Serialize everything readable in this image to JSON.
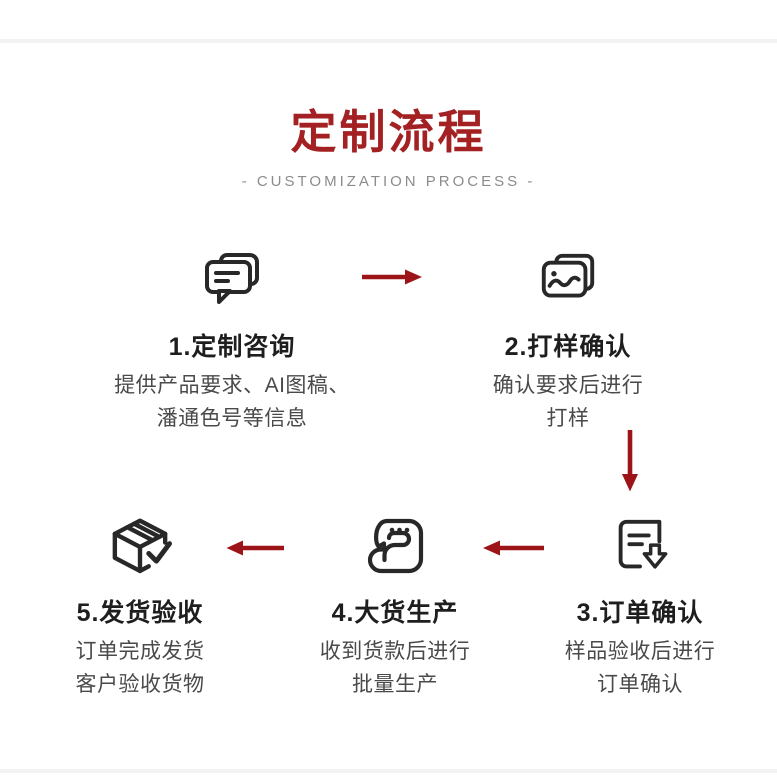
{
  "header": {
    "title": "定制流程",
    "subtitle": "- CUSTOMIZATION PROCESS -"
  },
  "steps": [
    {
      "id": "1",
      "icon": "chat-bubbles-icon",
      "title": "1.定制咨询",
      "desc_lines": [
        "提供产品要求、AI图稿、",
        "潘通色号等信息"
      ]
    },
    {
      "id": "2",
      "icon": "photo-samples-icon",
      "title": "2.打样确认",
      "desc_lines": [
        "确认要求后进行",
        "打样"
      ]
    },
    {
      "id": "3",
      "icon": "order-download-icon",
      "title": "3.订单确认",
      "desc_lines": [
        "样品验收后进行",
        "订单确认"
      ]
    },
    {
      "id": "4",
      "icon": "sewing-machine-icon",
      "title": "4.大货生产",
      "desc_lines": [
        "收到货款后进行",
        "批量生产"
      ]
    },
    {
      "id": "5",
      "icon": "package-check-icon",
      "title": "5.发货验收",
      "desc_lines": [
        "订单完成发货",
        "客户验收货物"
      ]
    }
  ],
  "flow": {
    "connections": [
      {
        "from": "1",
        "to": "2",
        "arrow": "right"
      },
      {
        "from": "2",
        "to": "3",
        "arrow": "down"
      },
      {
        "from": "3",
        "to": "4",
        "arrow": "left"
      },
      {
        "from": "4",
        "to": "5",
        "arrow": "left"
      }
    ]
  },
  "colors": {
    "background": "#ffffff",
    "title_red": "#a32023",
    "arrow_red": "#9d1418",
    "icon_dark": "#282828",
    "step_title_color": "#1e1e1e",
    "desc_gray": "#4a4a4a",
    "subtitle_gray": "#8c8c8c",
    "divider_gray": "#f3f3f3"
  }
}
